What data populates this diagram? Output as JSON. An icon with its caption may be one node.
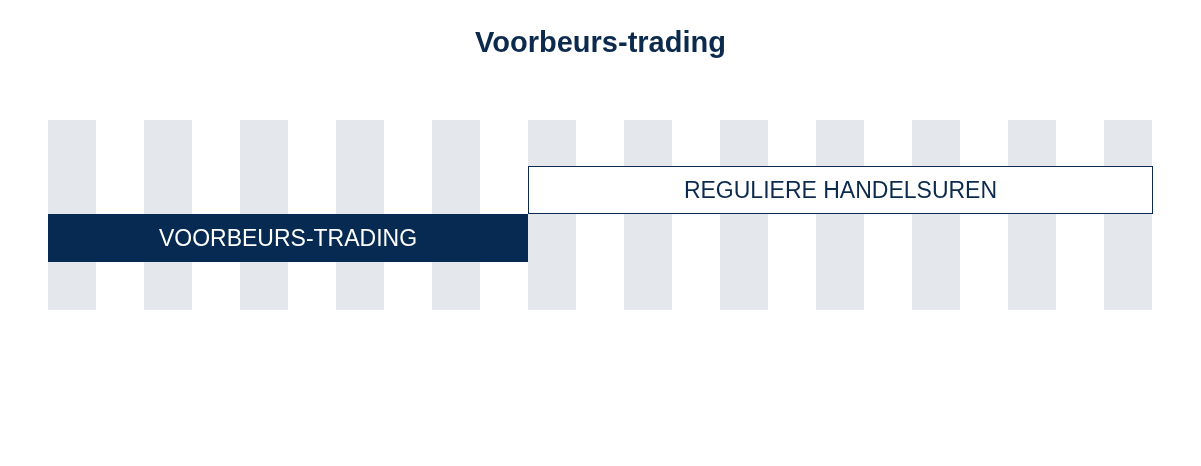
{
  "diagram": {
    "title": "Voorbeurs-trading",
    "nodes": [
      {
        "text": [
          "REGULIERE HANDELSUREN"
        ]
      },
      {
        "text": [
          "VOORBEURS-TRADING"
        ]
      }
    ]
  }
}
